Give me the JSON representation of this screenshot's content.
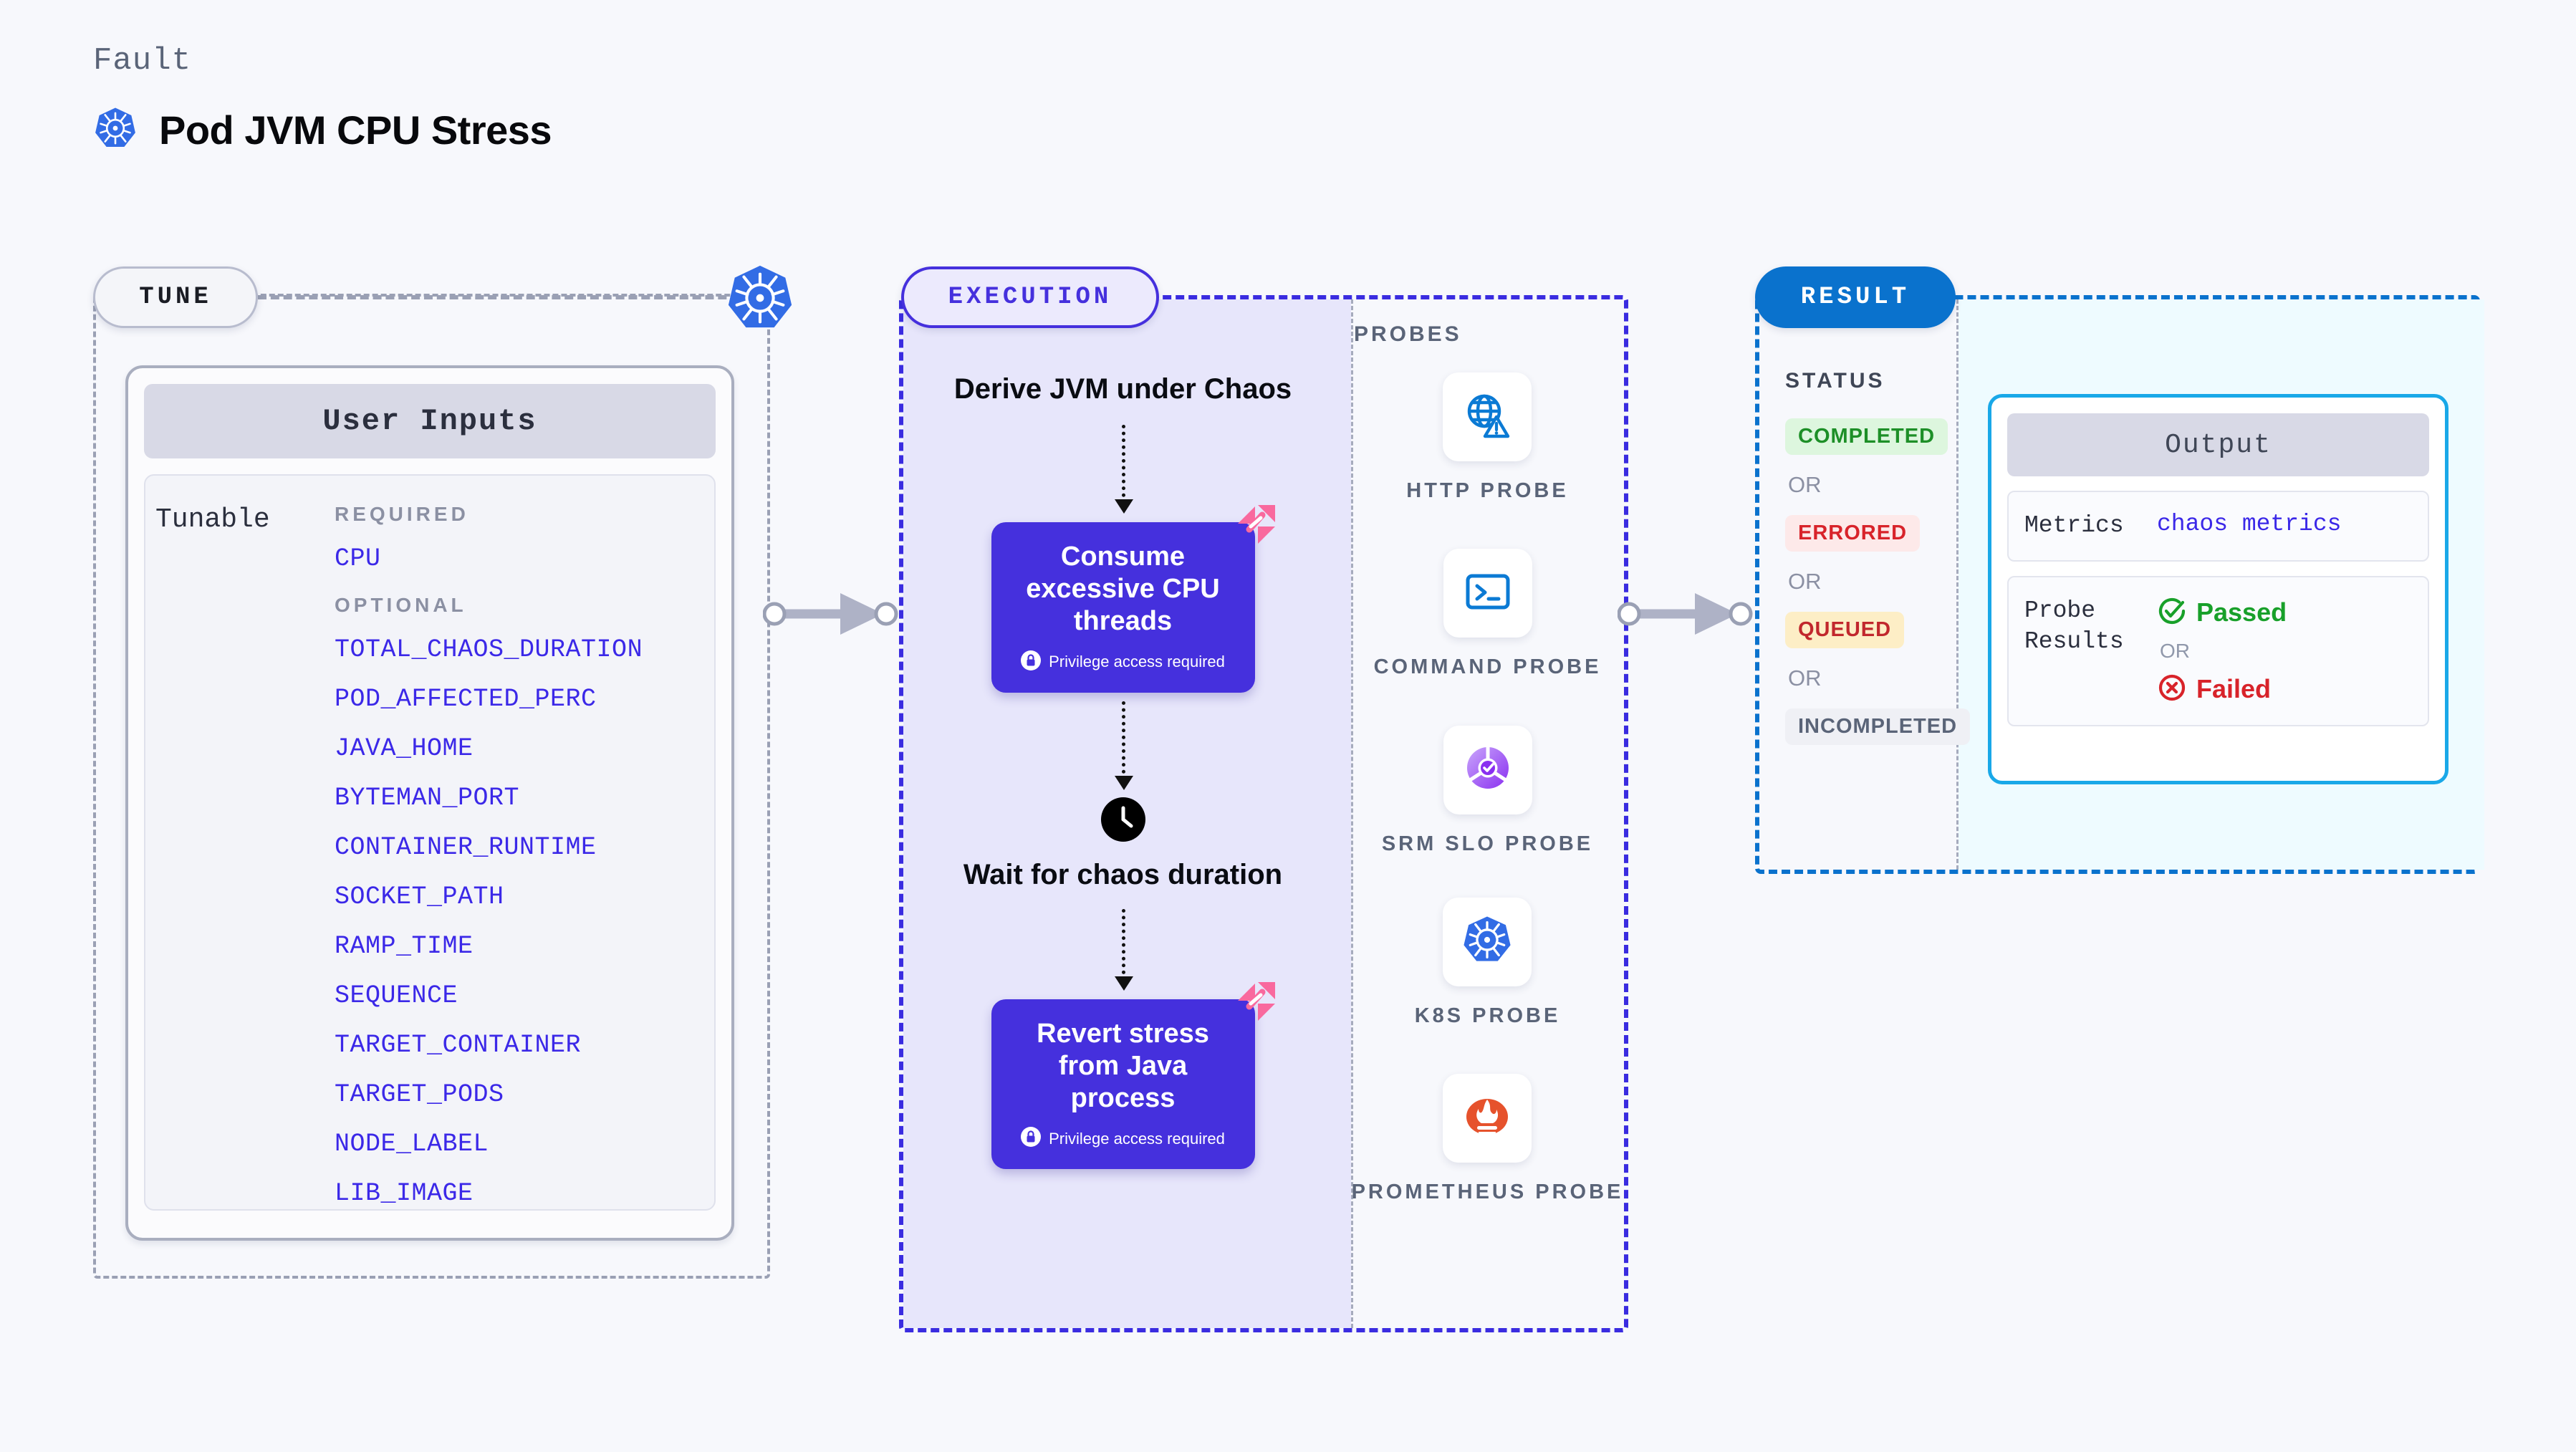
{
  "header": {
    "kicker": "Fault",
    "title": "Pod JVM CPU Stress",
    "logo_icon": "kubernetes-icon"
  },
  "tune": {
    "pill_label": "TUNE",
    "badge_icon": "kubernetes-icon",
    "user_inputs_title": "User Inputs",
    "tunable_label": "Tunable",
    "required_header": "REQUIRED",
    "optional_header": "OPTIONAL",
    "required_params": [
      "CPU"
    ],
    "optional_params": [
      "TOTAL_CHAOS_DURATION",
      "POD_AFFECTED_PERC",
      "JAVA_HOME",
      "BYTEMAN_PORT",
      "CONTAINER_RUNTIME",
      "SOCKET_PATH",
      "RAMP_TIME",
      "SEQUENCE",
      "TARGET_CONTAINER",
      "TARGET_PODS",
      "NODE_LABEL",
      "LIB_IMAGE"
    ]
  },
  "execution": {
    "pill_label": "EXECUTION",
    "step_1_label": "Derive JVM under Chaos",
    "card_1_title": "Consume excessive CPU threads",
    "card_1_note": "Privilege access required",
    "card_1_note_icon": "lock-icon",
    "card_1_flag_icon": "litmus-flag-icon",
    "step_2_label": "Wait for chaos duration",
    "step_2_icon": "clock-icon",
    "card_2_title": "Revert stress from Java process",
    "card_2_note": "Privilege access required",
    "card_2_note_icon": "lock-icon",
    "card_2_flag_icon": "litmus-flag-icon"
  },
  "probes": {
    "section_label": "PROBES",
    "items": [
      {
        "label": "HTTP PROBE",
        "icon": "globe-warning-icon"
      },
      {
        "label": "COMMAND PROBE",
        "icon": "terminal-icon"
      },
      {
        "label": "SRM SLO PROBE",
        "icon": "slo-donut-check-icon"
      },
      {
        "label": "K8S PROBE",
        "icon": "kubernetes-icon"
      },
      {
        "label": "PROMETHEUS PROBE",
        "icon": "prometheus-flame-icon"
      }
    ]
  },
  "result": {
    "pill_label": "RESULT",
    "status_header": "STATUS",
    "or_label": "OR",
    "statuses": [
      {
        "label": "COMPLETED",
        "color": "#1d8f27",
        "bg": "#ddf6de"
      },
      {
        "label": "ERRORED",
        "color": "#d8232a",
        "bg": "#fde9e9"
      },
      {
        "label": "QUEUED",
        "color": "#c1272d",
        "bg": "#fdeec6"
      },
      {
        "label": "INCOMPLETED",
        "color": "#5a6478",
        "bg": "#eff0f5"
      }
    ],
    "output": {
      "title": "Output",
      "metrics_key": "Metrics",
      "metrics_value": "chaos metrics",
      "probe_results_key": "Probe Results",
      "passed_label": "Passed",
      "passed_icon": "check-circle-icon",
      "failed_label": "Failed",
      "failed_icon": "x-circle-icon",
      "or_label": "OR"
    }
  },
  "connectors": {
    "arrow_1_icon": "arrow-right-icon",
    "arrow_2_icon": "arrow-right-icon"
  },
  "colors": {
    "accent_purple": "#4530dd",
    "accent_blue": "#0a72cd",
    "accent_cyan": "#19a8e8",
    "param_blue": "#3b28e8",
    "litmus_pink": "#f9699e"
  }
}
